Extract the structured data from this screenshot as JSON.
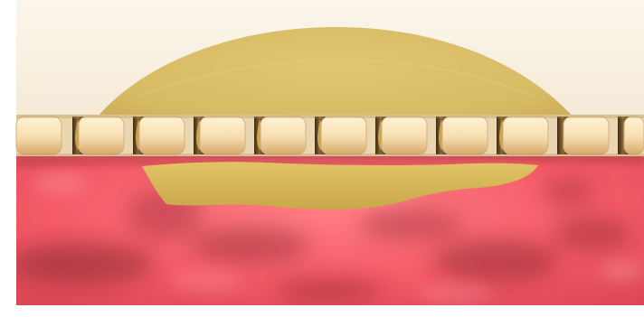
{
  "diagram": {
    "colors": {
      "background": "#ffffff",
      "upper_region": "#f8f1e2",
      "dome": "#d9bd68",
      "dome_shadow": "#bf9f4d",
      "barrier_tile": "#f9ddb0",
      "barrier_gap": "#6d5326",
      "tissue": "#f35f6a",
      "tissue_dark": "#7c1f29",
      "underlayer": "#d3b451"
    },
    "elements": [
      {
        "name": "upper-background",
        "kind": "region"
      },
      {
        "name": "dome-deposit",
        "kind": "shape"
      },
      {
        "name": "tile-barrier",
        "kind": "row",
        "count": 11
      },
      {
        "name": "subsurface-deposit",
        "kind": "shape"
      },
      {
        "name": "tissue-region",
        "kind": "region"
      }
    ]
  }
}
